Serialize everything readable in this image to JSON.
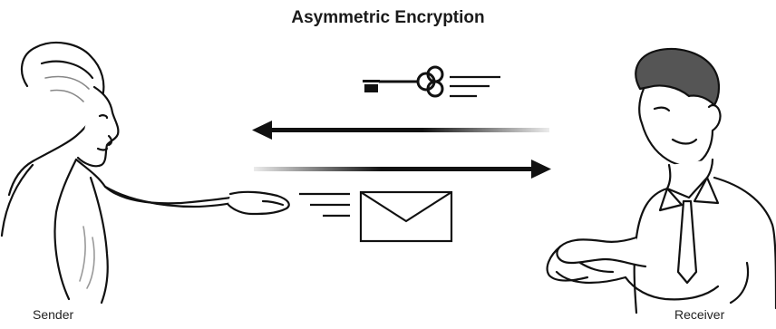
{
  "title": "Asymmetric Encryption",
  "participants": {
    "sender": {
      "label": "Sender",
      "icon": "sender-woman-figure"
    },
    "receiver": {
      "label": "Receiver",
      "icon": "receiver-man-figure"
    }
  },
  "flows": [
    {
      "direction": "receiver-to-sender",
      "item": "public key",
      "icon": "key-icon"
    },
    {
      "direction": "sender-to-receiver",
      "item": "encrypted message",
      "icon": "envelope-icon"
    }
  ],
  "colors": {
    "ink": "#111111",
    "background": "#ffffff"
  }
}
